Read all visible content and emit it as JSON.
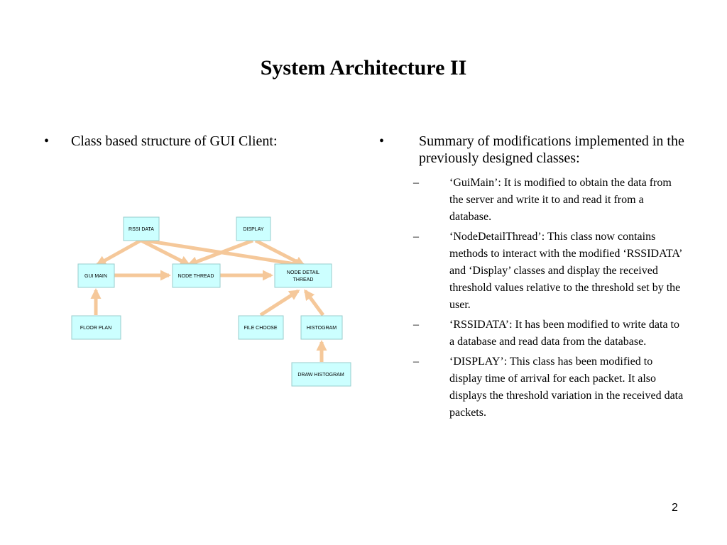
{
  "slide": {
    "title": "System Architecture II",
    "page_number": "2"
  },
  "left_column": {
    "bullet_symbol": "•",
    "bullet_text": "Class based structure of GUI Client:"
  },
  "diagram": {
    "box_fill": "#ccffff",
    "box_stroke": "#99cccc",
    "arrow_color": "#f5c89a",
    "boxes": {
      "rssi_data": "RSSI DATA",
      "display": "DISPLAY",
      "gui_main": "GUI MAIN",
      "node_thread": "NODE THREAD",
      "node_detail_thread_line1": "NODE DETAIL",
      "node_detail_thread_line2": "THREAD",
      "floor_plan": "FLOOR PLAN",
      "file_choose": "FILE CHOOSE",
      "histogram": "HISTOGRAM",
      "draw_histogram": "DRAW HISTOGRAM"
    }
  },
  "right_column": {
    "bullet_symbol": "•",
    "bullet_text": "Summary of modifications implemented in the previously designed classes:",
    "dash_symbol": "–",
    "sub_items": [
      "‘GuiMain’: It is modified to obtain the data from the server and write it to and read it from a database.",
      "‘NodeDetailThread’: This class now contains methods to interact with the modified ‘RSSIDATA’ and ‘Display’ classes and display the received threshold values relative to the threshold set by the user.",
      "‘RSSIDATA’: It has been modified to write data to a database and read data from the database.",
      "‘DISPLAY’: This class has been modified to display time of arrival for each packet. It also displays the threshold variation in the received data packets."
    ]
  }
}
